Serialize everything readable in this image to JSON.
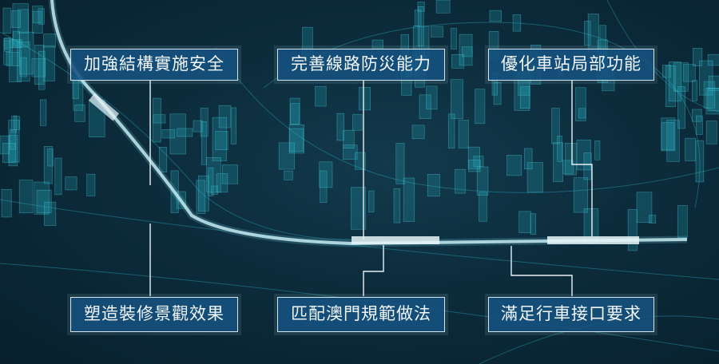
{
  "top_labels": [
    {
      "text": "加強結構實施安全"
    },
    {
      "text": "完善線路防災能力"
    },
    {
      "text": "優化車站局部功能"
    }
  ],
  "bottom_labels": [
    {
      "text": "塑造裝修景觀效果"
    },
    {
      "text": "匹配澳門規範做法"
    },
    {
      "text": "滿足行車接口要求"
    }
  ],
  "colors": {
    "box_fill": "#165280",
    "line": "#e8f2f6",
    "city": "#2bb6c9"
  }
}
